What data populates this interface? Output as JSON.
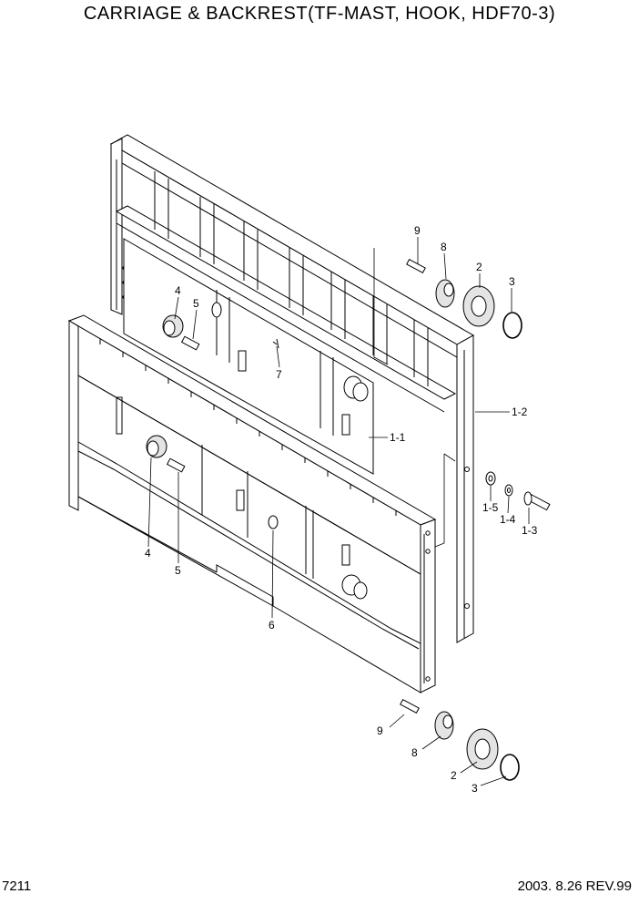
{
  "title": "CARRIAGE & BACKREST(TF-MAST, HOOK, HDF70-3)",
  "page_number": "7211",
  "revision": "2003. 8.26 REV.99",
  "part_labels": {
    "l9_top": "9",
    "l8_top": "8",
    "l2_top": "2",
    "l3_top": "3",
    "l4_top": "4",
    "l5_top": "5",
    "l7": "7",
    "l1_2": "1-2",
    "l1_1": "1-1",
    "l1_5": "1-5",
    "l1_4": "1-4",
    "l1_3": "1-3",
    "l4_bot": "4",
    "l5_bot": "5",
    "l6": "6",
    "l9_bot": "9",
    "l8_bot": "8",
    "l2_bot": "2",
    "l3_bot": "3"
  }
}
